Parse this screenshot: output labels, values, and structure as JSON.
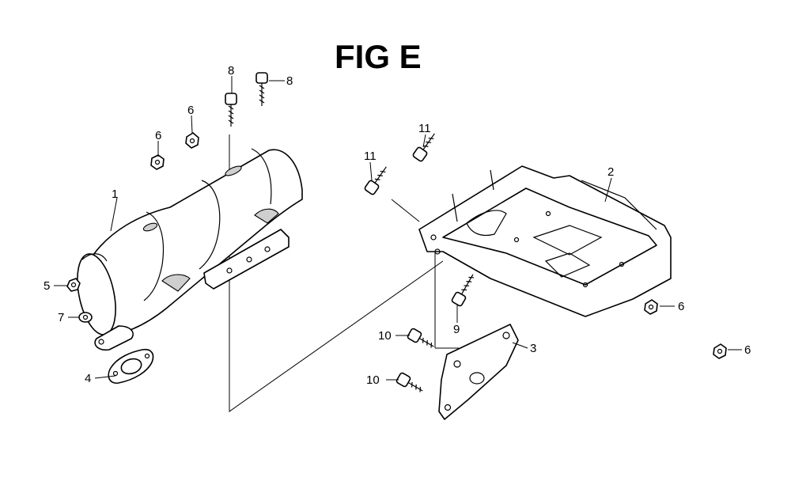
{
  "figure": {
    "title": "FIG E"
  },
  "callouts": [
    {
      "id": "c1",
      "text": "1"
    },
    {
      "id": "c2",
      "text": "2"
    },
    {
      "id": "c3",
      "text": "3"
    },
    {
      "id": "c4",
      "text": "4"
    },
    {
      "id": "c5",
      "text": "5"
    },
    {
      "id": "c6a",
      "text": "6"
    },
    {
      "id": "c6b",
      "text": "6"
    },
    {
      "id": "c6c",
      "text": "6"
    },
    {
      "id": "c6d",
      "text": "6"
    },
    {
      "id": "c7",
      "text": "7"
    },
    {
      "id": "c8a",
      "text": "8"
    },
    {
      "id": "c8b",
      "text": "8"
    },
    {
      "id": "c9",
      "text": "9"
    },
    {
      "id": "c10a",
      "text": "10"
    },
    {
      "id": "c10b",
      "text": "10"
    },
    {
      "id": "c11a",
      "text": "11"
    },
    {
      "id": "c11b",
      "text": "11"
    }
  ],
  "colors": {
    "line": "#000000",
    "background": "#ffffff",
    "shade": "#cfcfcf"
  }
}
